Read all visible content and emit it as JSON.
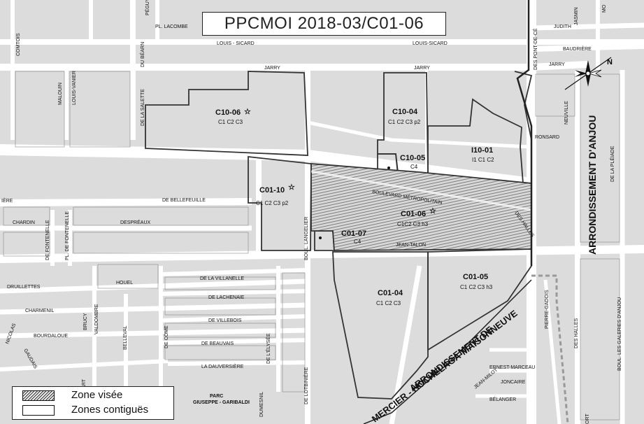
{
  "title": "PPCMOI 2018-03/C01-06",
  "legend": {
    "target_zone": "Zone visée",
    "adjacent_zones": "Zones contiguës"
  },
  "boroughs": {
    "anjou": "ARRONDISSEMENT D'ANJOU",
    "mhm_line1": "ARRONDISSEMENT DE",
    "mhm_line2": "MERCIER - HOCHELAGA-MAISONNEUVE"
  },
  "compass": {
    "north_label": "N"
  },
  "park": {
    "line1": "PARC",
    "line2": "GIUSEPPE - GARIBALDI"
  },
  "zones": [
    {
      "code": "C10-06",
      "uses": "C1 C2 C3",
      "star": true
    },
    {
      "code": "C10-04",
      "uses": "C1 C2 C3 p2"
    },
    {
      "code": "C10-05",
      "uses": "C4"
    },
    {
      "code": "I10-01",
      "uses": "I1 C1 C2"
    },
    {
      "code": "C01-10",
      "uses": "C1 C2 C3 p2",
      "star": true
    },
    {
      "code": "C01-06",
      "uses": "C1C2 C3 h3",
      "star": true,
      "target": true
    },
    {
      "code": "C01-07",
      "uses": "C4"
    },
    {
      "code": "C01-04",
      "uses": "C1 C2 C3"
    },
    {
      "code": "C01-05",
      "uses": "C1 C2 C3 h3"
    }
  ],
  "streets": {
    "comtois": "COMTOIS",
    "peguy": "PÉGUY",
    "pl_lacombe": "PL. LACOMBE",
    "louis_sicard_w": "LOUIS - SICARD",
    "louis_sicard_e": "LOUIS-SICARD",
    "du_bearn": "DU BÉARN",
    "jarry_w": "JARRY",
    "jarry_mid": "JARRY",
    "jarry_e": "JARRY",
    "malouin": "MALOUIN",
    "louis_vanier": "LOUIS-VANIER",
    "de_la_salette": "DE LA SALETTE",
    "des_pont_de_ce": "DES PONT-DE-CÉ",
    "judith": "JUDITH",
    "jasmin": "JASMIN",
    "mo": "MO",
    "baudriere": "BAUDRIÈRE",
    "neuville": "NEUVILLE",
    "ronsard": "RONSARD",
    "de_la_pleiade": "DE LA PLÉIADE",
    "iere": "IÈRE",
    "de_bellefeuille": "DE BELLEFEUILLE",
    "boulevard_metropolitain": "BOULEVARD MÉTROPOLITAIN",
    "chardin": "CHARDIN",
    "despreaux": "DESPRÉAUX",
    "boul_langelier": "BOUL. LANGELIER",
    "des_halles": "DES HALLES",
    "de_fontenelle": "DE FONTENELLE",
    "pl_de_fontenelle": "PL. DE FONTENELLE",
    "jean_talon": "JEAN-TALON",
    "druillettes": "DRUILLETTES",
    "houel": "HOUEL",
    "de_la_villanelle": "DE LA VILLANELLE",
    "charmenil": "CHARMENIL",
    "de_lachenaie": "DE LACHENAIE",
    "brucy": "BRUCY",
    "valdombre": "VALDOMBRE",
    "bourdaloue": "BOURDALOUE",
    "de_villebois": "DE VILLEBOIS",
    "nicolas": "NICOLAS",
    "belleval": "BELLEVAL",
    "de_come": "DE CÔME",
    "de_beauvais": "DE BEAUVAIS",
    "de_lelysee": "DE L'ÉLYSÉE",
    "gaudais": "GAUDAIS",
    "la_dauversiere": "LA DAUVERSIÈRE",
    "part": "PART",
    "de_lotbiniere": "DE LOTBINIÈRE",
    "dumesnil": "DUMESNIL",
    "jean_milot": "JEAN-MILOT",
    "pierre_gadois": "PIERRE-GADOIS",
    "des_halles_s": "DES HALLES",
    "ernest_marceau": "ERNEST-MARCEAU",
    "joncaire": "JONCAIRE",
    "belanger": "BÉLANGER",
    "boul_les_galeries": "BOUL. LES GALERIES D'ANJOU",
    "ort": "ORT"
  },
  "colors": {
    "road": "#ffffff",
    "block": "#dcdcdc",
    "zone_border": "#333333",
    "borough_line": "#222222",
    "borough_dashed": "#999999"
  }
}
